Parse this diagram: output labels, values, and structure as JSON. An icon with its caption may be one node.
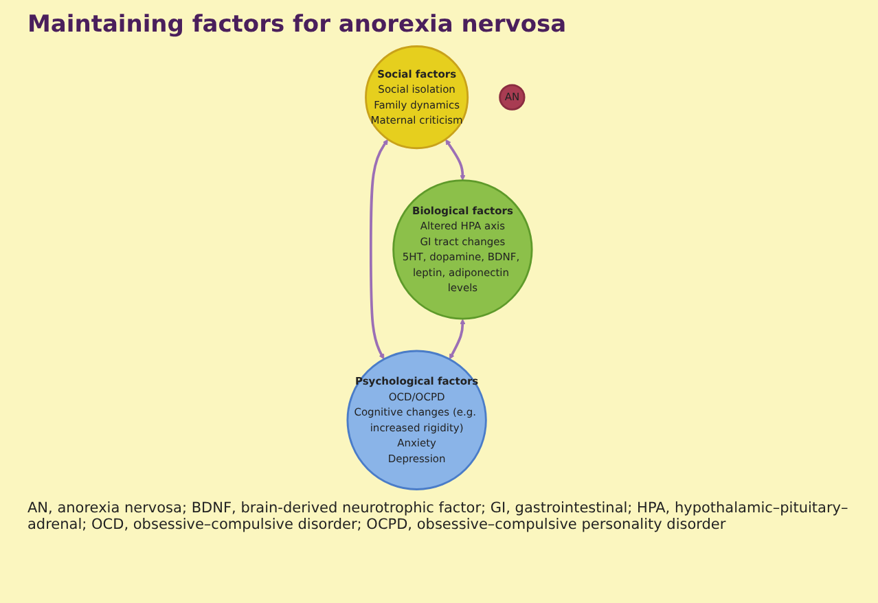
{
  "diagram": {
    "title": "Maintaining factors for anorexia nervosa",
    "nodes": [
      {
        "text": [
          "Social factors",
          "Social isolation",
          "Family dynamics",
          "Maternal criticism"
        ]
      },
      {
        "text": [
          "Biological factors",
          "Altered HPA axis",
          "GI tract changes",
          "5HT, dopamine, BDNF, leptin, adiponectin levels"
        ]
      },
      {
        "text": [
          "AN"
        ]
      },
      {
        "text": [
          "Psychological factors",
          "OCD/OCPD",
          "Cognitive changes (e.g. increased rigidity)",
          "Anxiety",
          "Depression"
        ]
      }
    ],
    "edges": [
      {
        "from": 0,
        "to": 1,
        "arrow": "both"
      },
      {
        "from": 0,
        "to": 3,
        "arrow": "both"
      },
      {
        "from": 1,
        "to": 3,
        "arrow": "both"
      }
    ],
    "caption": "AN, anorexia nervosa; BDNF, brain-derived neurotrophic factor; GI, gastrointestinal; HPA, hypothalamic–pituitary–adrenal; OCD, obsessive–compulsive disorder; OCPD, obsessive–compulsive personality disorder"
  }
}
